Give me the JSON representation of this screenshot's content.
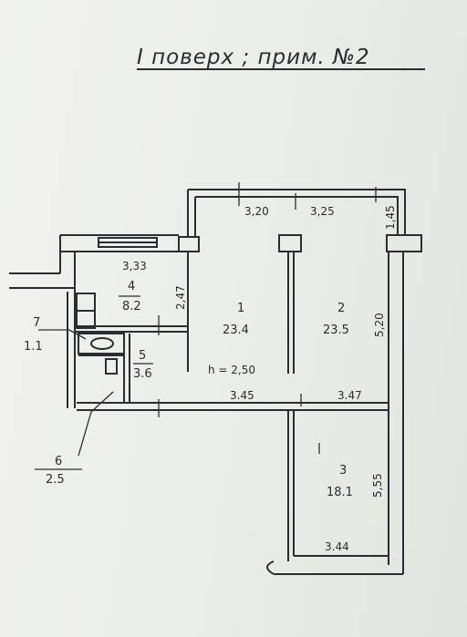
{
  "title": "I поверх ; прим. №2",
  "rooms": [
    {
      "num": "1",
      "area": "23.4"
    },
    {
      "num": "2",
      "area": "23.5"
    },
    {
      "num": "3",
      "area": "18.1"
    },
    {
      "num": "4",
      "area": "8.2"
    },
    {
      "num": "5",
      "area": "3.6"
    },
    {
      "num": "6",
      "area": "2.5"
    },
    {
      "num": "7",
      "area": "1.1"
    }
  ],
  "dimensions": {
    "top_left": "3,20",
    "top_right": "3,25",
    "right_top": "1,45",
    "kitchen_width": "3,33",
    "kitchen_depth": "2,47",
    "room2_depth": "5,20",
    "ceiling_height": "h = 2,50",
    "mid_left": "3.45",
    "mid_right": "3.47",
    "room3_depth": "5,55",
    "bottom": "3.44"
  },
  "colors": {
    "ink": "#2a2d33",
    "paper": "#eceee9"
  }
}
